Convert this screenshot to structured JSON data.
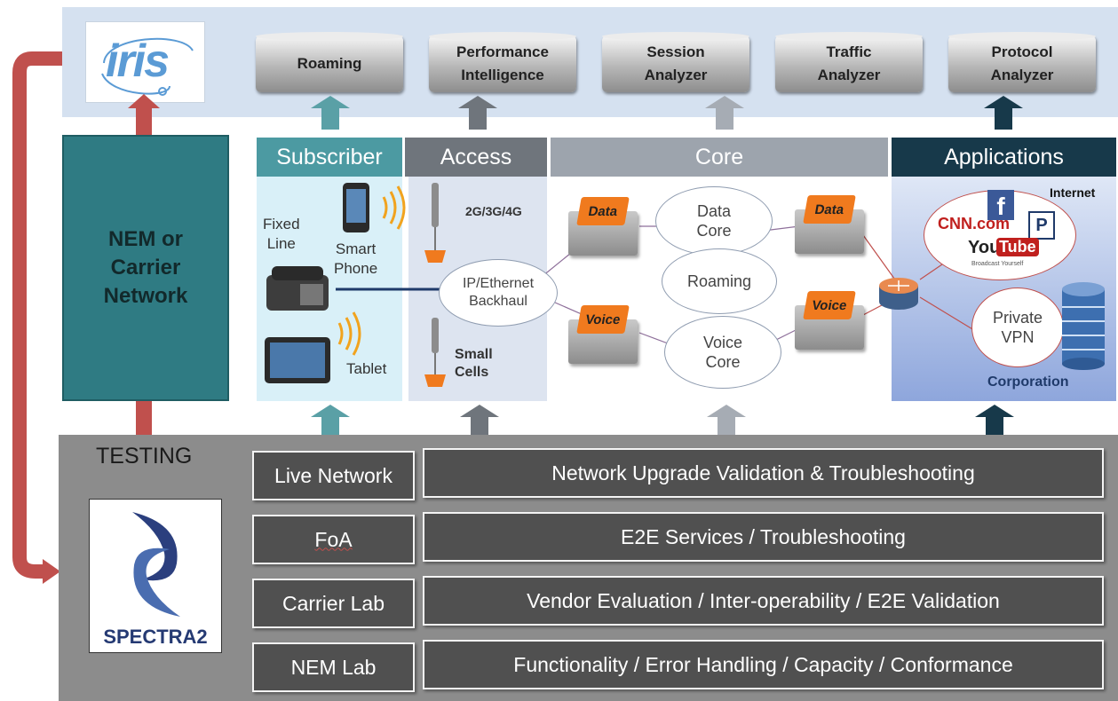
{
  "top": {
    "logo_text": "iris",
    "modules": [
      "Roaming",
      "Performance\nIntelligence",
      "Session\nAnalyzer",
      "Traffic\nAnalyzer",
      "Protocol\nAnalyzer"
    ]
  },
  "left": {
    "nem_label": "NEM or\nCarrier\nNetwork",
    "testing_label": "TESTING",
    "logo_text": "SPECTRA2"
  },
  "segments": {
    "subscriber": "Subscriber",
    "access": "Access",
    "core": "Core",
    "applications": "Applications"
  },
  "subscriber": {
    "fixed_line": "Fixed\nLine",
    "smart_phone": "Smart\nPhone",
    "tablet": "Tablet"
  },
  "access": {
    "radio": "2G/3G/4G",
    "backhaul": "IP/Ethernet\nBackhaul",
    "small_cells": "Small\nCells"
  },
  "core": {
    "data_left": "Data",
    "voice_left": "Voice",
    "data_core": "Data\nCore",
    "roaming": "Roaming",
    "voice_core": "Voice\nCore",
    "data_right": "Data",
    "voice_right": "Voice"
  },
  "applications": {
    "internet": "Internet",
    "cnn": "CNN.com",
    "facebook": "f",
    "pandora": "P",
    "youtube_you": "You",
    "youtube_tube": "Tube",
    "youtube_tag": "Broadcast Yourself",
    "private_vpn": "Private\nVPN",
    "corporation": "Corporation"
  },
  "testing_rows": [
    {
      "label": "Live Network",
      "desc": "Network Upgrade Validation & Troubleshooting"
    },
    {
      "label": "FoA",
      "desc": "E2E Services / Troubleshooting"
    },
    {
      "label": "Carrier Lab",
      "desc": "Vendor Evaluation  / Inter-operability / E2E Validation"
    },
    {
      "label": "NEM Lab",
      "desc": "Functionality / Error Handling   / Capacity  / Conformance"
    }
  ],
  "colors": {
    "subscriber": "#4c9aa2",
    "access": "#6f757c",
    "core": "#9da4ad",
    "applications": "#17394a",
    "feedback_arrow": "#c0504d"
  }
}
